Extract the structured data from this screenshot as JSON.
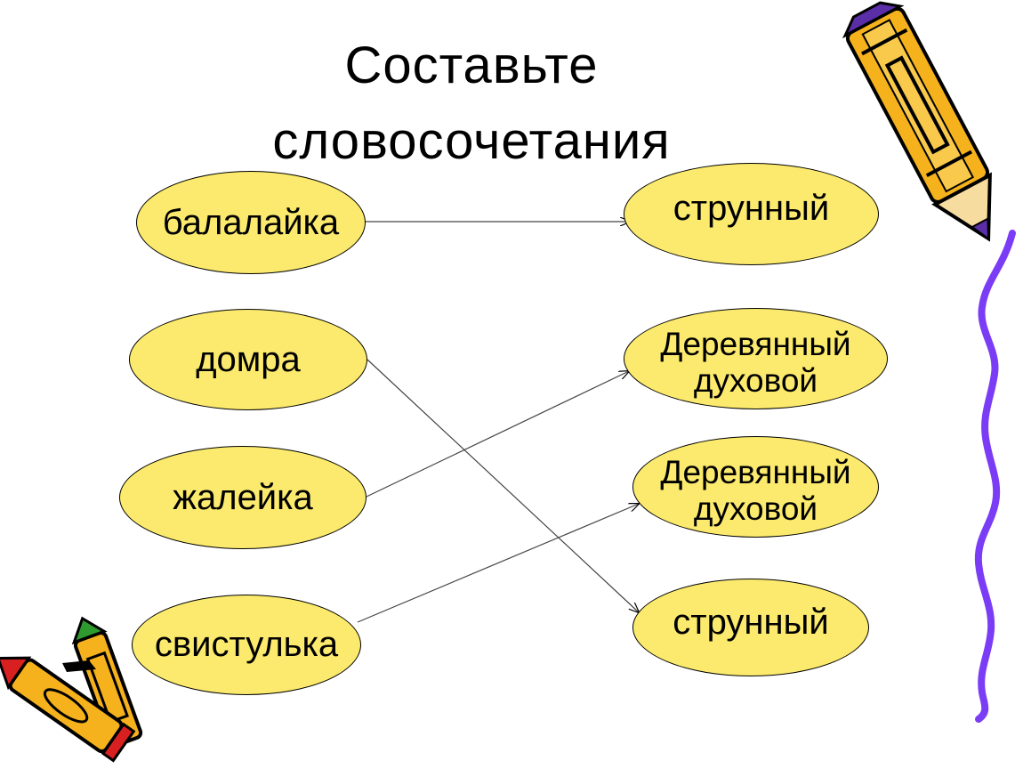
{
  "title": {
    "line1": "Составьте",
    "line2": "словосочетания"
  },
  "left_words": [
    "балалайка",
    "домра",
    "жалейка",
    "свистулька"
  ],
  "right_words": [
    {
      "line1": "струнный",
      "line2": ""
    },
    {
      "line1": "Деревянный",
      "line2": "духовой"
    },
    {
      "line1": "Деревянный",
      "line2": "духовой"
    },
    {
      "line1": "струнный",
      "line2": ""
    }
  ],
  "colors": {
    "oval_fill": "#fbea6d",
    "squiggle": "#7b3cf5",
    "pencil_body": "#f5b21c",
    "pencil_tip": "#d92020",
    "pencil_accent": "#5a2ea6"
  }
}
